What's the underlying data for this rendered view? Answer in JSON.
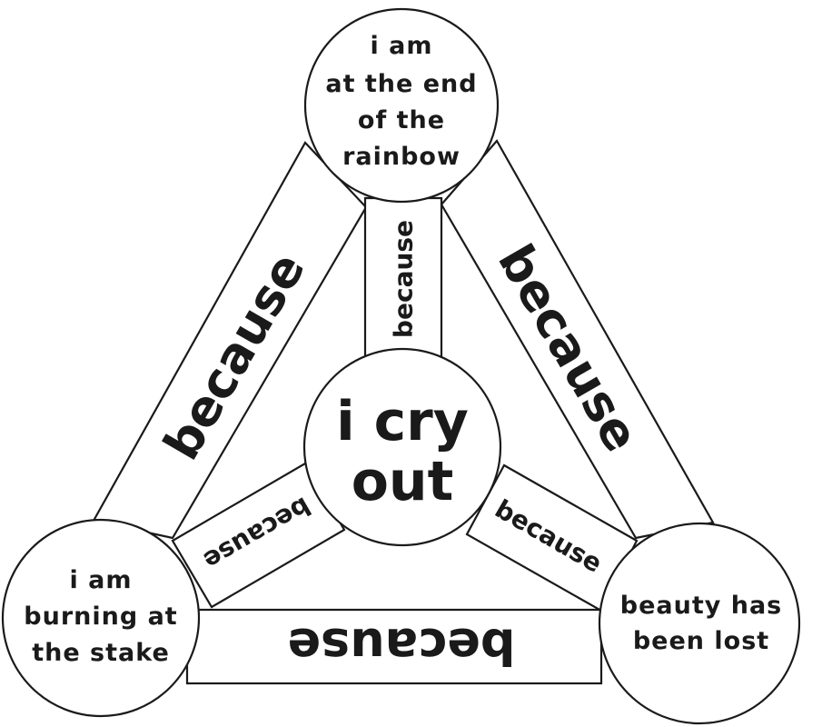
{
  "nodes": {
    "top": {
      "lines": [
        "i am",
        "at the end",
        "of the",
        "rainbow"
      ]
    },
    "left": {
      "lines": [
        "i am",
        "burning at",
        "the stake"
      ]
    },
    "right": {
      "lines": [
        "beauty has",
        "been lost"
      ]
    },
    "center": {
      "lines": [
        "i cry",
        "out"
      ]
    }
  },
  "connector_label": "because",
  "edges": {
    "outer_left": "because",
    "outer_right": "because",
    "outer_bottom": "because",
    "inner_top": "because",
    "inner_left": "because",
    "inner_right": "because"
  }
}
